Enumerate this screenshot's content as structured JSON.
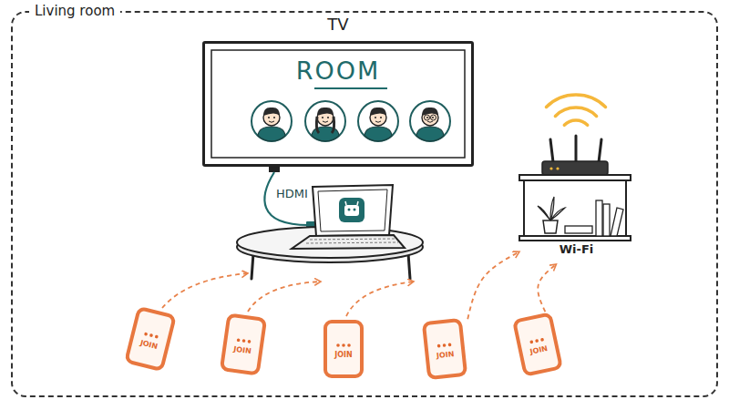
{
  "diagram": {
    "nodes": [
      {
        "text": [
          "Living room"
        ]
      },
      {
        "text": [
          "TV",
          "ROOM"
        ],
        "in": 0
      },
      {
        "text": [
          "Wi-Fi"
        ],
        "in": 0
      },
      {
        "text": [
          "JOIN"
        ],
        "in": 0
      },
      {
        "text": [
          "JOIN"
        ],
        "in": 0
      },
      {
        "text": [
          "JOIN"
        ],
        "in": 0
      },
      {
        "text": [
          "JOIN"
        ],
        "in": 0
      },
      {
        "text": [
          "JOIN"
        ],
        "in": 0
      }
    ],
    "edges": [
      {
        "from": 6,
        "to": 2,
        "arrow": "to"
      },
      {
        "from": 7,
        "to": 2,
        "arrow": "to"
      }
    ],
    "labels": [
      "HDMI"
    ]
  }
}
